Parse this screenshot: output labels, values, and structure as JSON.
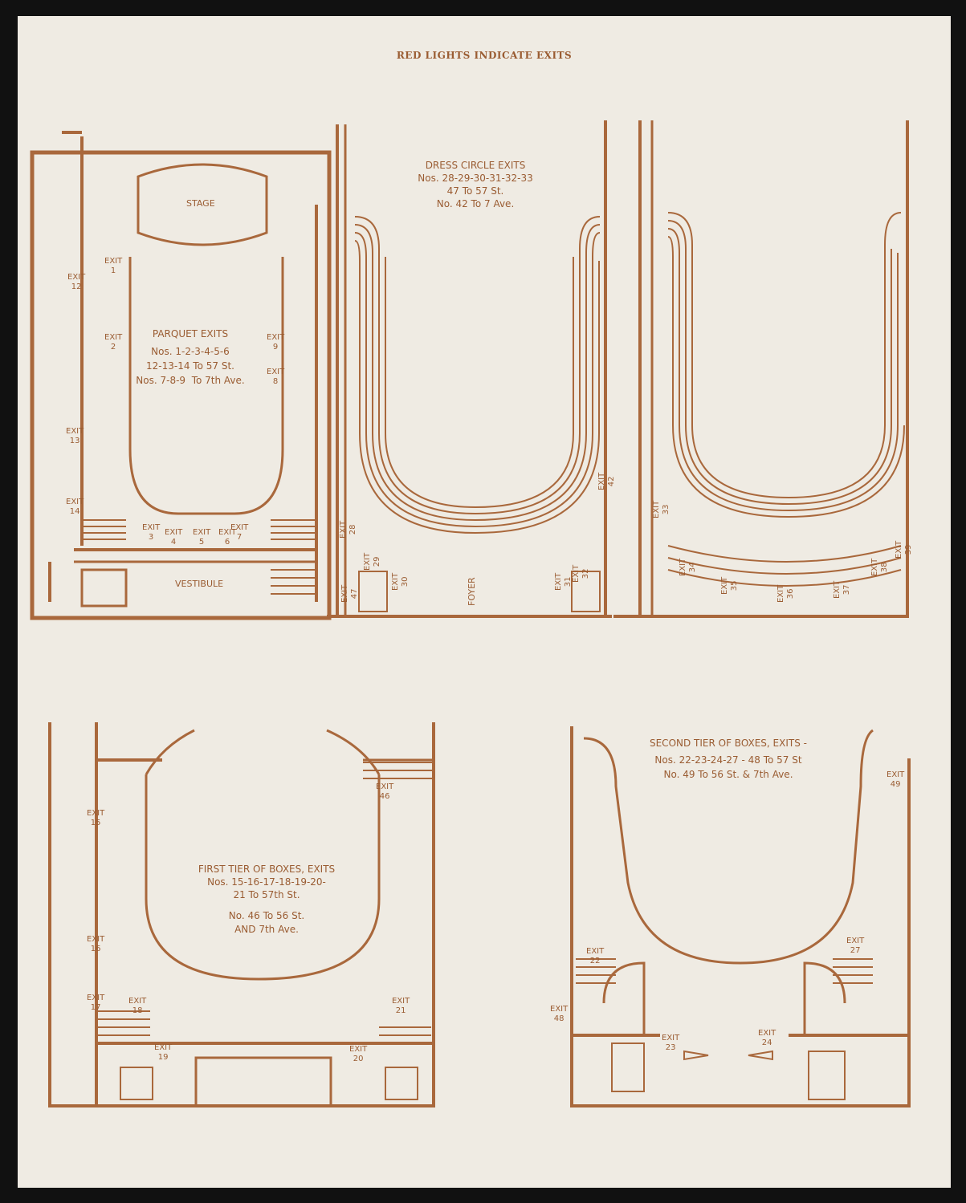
{
  "header": {
    "title": "RED LIGHTS INDICATE EXITS"
  },
  "parquet": {
    "heading": "PARQUET EXITS",
    "line1": "Nos. 1-2-3-4-5-6",
    "line2": "12-13-14 To 57 St.",
    "line3": "Nos. 7-8-9  To 7th Ave.",
    "stage": "STAGE",
    "vestibule": "VESTIBULE"
  },
  "dress_circle": {
    "heading": "DRESS CIRCLE EXITS",
    "line1": "Nos. 28-29-30-31-32-33",
    "line2": "47 To 57 St.",
    "line3": "No. 42 To 7 Ave.",
    "foyer": "FOYER"
  },
  "first_tier": {
    "heading": "FIRST TIER OF BOXES, EXITS",
    "line1": "Nos. 15-16-17-18-19-20-",
    "line2": "21 To 57th St.",
    "line3": "No. 46 To 56 St.",
    "line4": "AND 7th Ave."
  },
  "second_tier": {
    "heading": "SECOND TIER OF BOXES, EXITS -",
    "line1": "Nos. 22-23-24-27 - 48 To 57 St",
    "line2": "No. 49 To 56 St. & 7th Ave."
  },
  "exit_word": "EXIT",
  "ex_word": "EX",
  "exits": [
    "1",
    "2",
    "3",
    "4",
    "5",
    "6",
    "7",
    "8",
    "9",
    "12",
    "13",
    "14",
    "15",
    "16",
    "17",
    "18",
    "19",
    "20",
    "21",
    "22",
    "23",
    "24",
    "27",
    "28",
    "29",
    "30",
    "31",
    "32",
    "33",
    "34",
    "35",
    "36",
    "37",
    "38",
    "39",
    "42",
    "46",
    "47",
    "48",
    "49"
  ],
  "colors": {
    "ink": "#a9683c",
    "paper": "#efebe3"
  }
}
